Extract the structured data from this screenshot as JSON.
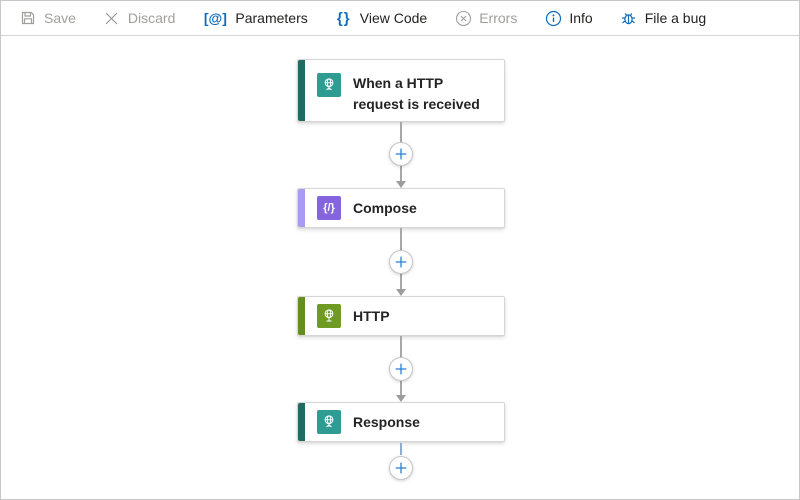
{
  "toolbar": {
    "items": [
      {
        "label": "Save",
        "icon": "save-icon",
        "enabled": false
      },
      {
        "label": "Discard",
        "icon": "discard-icon",
        "enabled": false
      },
      {
        "label": "Parameters",
        "icon": "parameters-icon",
        "enabled": true,
        "icon_glyph": "[@]"
      },
      {
        "label": "View Code",
        "icon": "view-code-icon",
        "enabled": true,
        "icon_glyph": "{}"
      },
      {
        "label": "Errors",
        "icon": "errors-icon",
        "enabled": false
      },
      {
        "label": "Info",
        "icon": "info-icon",
        "enabled": true
      },
      {
        "label": "File a bug",
        "icon": "bug-icon",
        "enabled": true
      }
    ],
    "icon_color_enabled": "#0f6cbd",
    "icon_color_disabled": "#a19f9d"
  },
  "workflow": {
    "nodes": [
      {
        "title": "When a HTTP request is received",
        "kind": "trigger",
        "icon": "http-request-icon",
        "accent_color": "#216a62",
        "icon_bg": "#2e9c93"
      },
      {
        "title": "Compose",
        "kind": "action",
        "icon": "compose-icon",
        "accent_color": "#a99bf2",
        "icon_bg": "#8564e0",
        "icon_glyph": "{/}"
      },
      {
        "title": "HTTP",
        "kind": "action",
        "icon": "http-icon",
        "accent_color": "#648f1e",
        "icon_bg": "#6f9b25"
      },
      {
        "title": "Response",
        "kind": "action",
        "icon": "response-icon",
        "accent_color": "#216a62",
        "icon_bg": "#2e9c93"
      }
    ],
    "insert_button_tooltip": "+",
    "connector_color": "#a8a8a8",
    "plus_color": "#2b7cd9"
  }
}
